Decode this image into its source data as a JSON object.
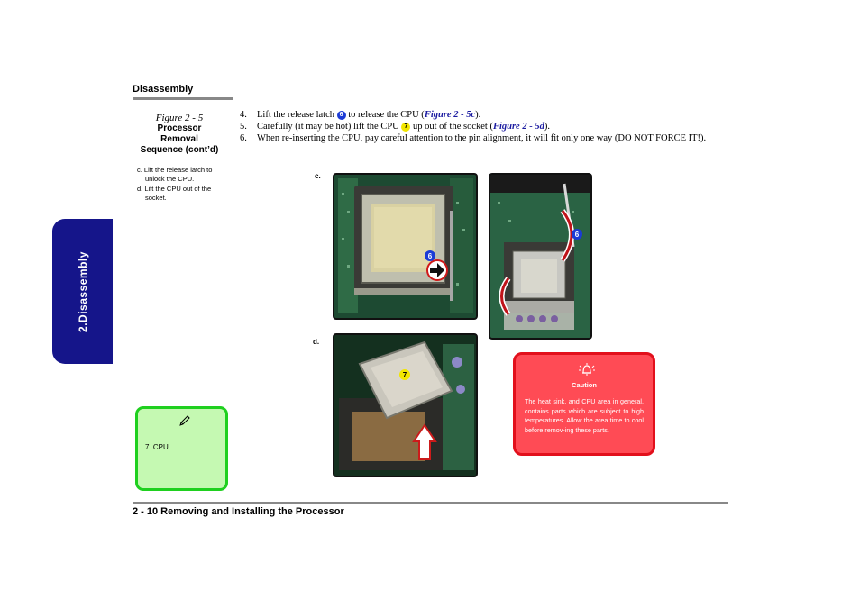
{
  "header": {
    "section": "Disassembly"
  },
  "side_tab": {
    "label": "2.Disassembly"
  },
  "figure": {
    "number": "Figure 2 - 5",
    "title_lines": [
      "Processor",
      "Removal",
      "Sequence (cont’d)"
    ],
    "sub_items": [
      "c. Lift the release latch to unlock the CPU.",
      "d. Lift the CPU out of the socket."
    ]
  },
  "steps": [
    {
      "num": "4.",
      "pre": "Lift the release latch",
      "badge": "6",
      "mid": "to release the CPU (",
      "ref": "Figure 2 - 5c",
      "post": ")."
    },
    {
      "num": "5.",
      "pre": "Carefully (it may be hot) lift the CPU",
      "badge": "7",
      "mid": "up out of the socket (",
      "ref": "Figure 2 - 5d",
      "post": ")."
    },
    {
      "num": "6.",
      "text": "When re-inserting the CPU, pay careful attention to the pin alignment, it will fit only one way (DO NOT FORCE IT!)."
    }
  ],
  "photos": {
    "label_c": "c.",
    "label_d": "d.",
    "callout_c": "6",
    "callout_right": "6",
    "callout_d": "7"
  },
  "note": {
    "icon": "pencil-icon",
    "text": "7.  CPU"
  },
  "caution": {
    "icon": "alarm-bell-icon",
    "title": "Caution",
    "text": "The heat sink, and CPU area in general, contains parts which are subject to high temperatures. Allow the area time to cool before remov-ing these parts."
  },
  "footer": {
    "text": "2  -  10  Removing and Installing the Processor"
  },
  "colors": {
    "side_tab": "#15158a",
    "note_bg": "#c5f9b2",
    "note_border": "#1fd01f",
    "caution_bg": "#ff4b55",
    "caution_border": "#e2101c",
    "badge_blue": "#1b3bd6",
    "badge_yellow": "#f2e600"
  }
}
